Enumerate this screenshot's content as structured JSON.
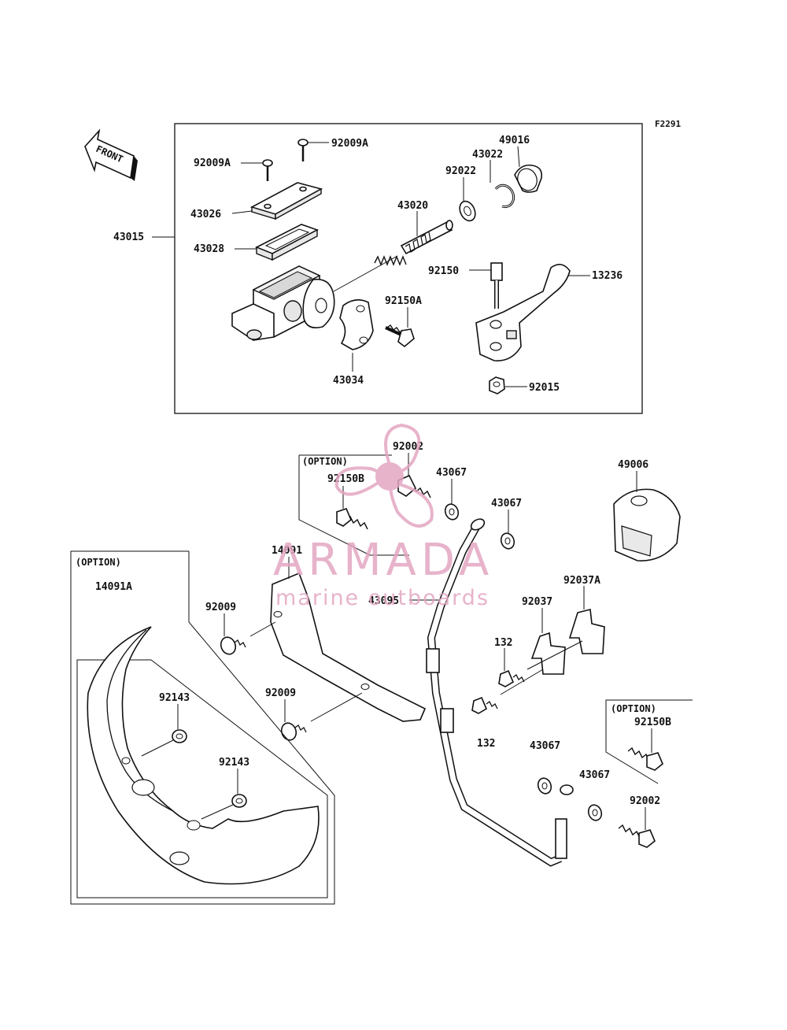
{
  "figure_code": "F2291",
  "front_arrow": {
    "text": "FRONT"
  },
  "option_text": "(OPTION)",
  "labels": {
    "l92009A_1": "92009A",
    "l92009A_2": "92009A",
    "l49016": "49016",
    "l43022": "43022",
    "l92022": "92022",
    "l43026": "43026",
    "l43020": "43020",
    "l43015": "43015",
    "l43028": "43028",
    "l92150": "92150",
    "l13236": "13236",
    "l92150A": "92150A",
    "l43034": "43034",
    "l92015": "92015",
    "l92002a": "92002",
    "l92150Ba": "92150B",
    "l43067a": "43067",
    "l43067b": "43067",
    "l49006": "49006",
    "l14091": "14091",
    "l14091A": "14091A",
    "l92009a": "92009",
    "l92009b": "92009",
    "l43095": "43095",
    "l92037A": "92037A",
    "l92037": "92037",
    "l132a": "132",
    "l132b": "132",
    "l92143a": "92143",
    "l92143b": "92143",
    "l92150Bb": "92150B",
    "l43067c": "43067",
    "l43067d": "43067",
    "l92002b": "92002"
  },
  "watermark": {
    "brand": "ARMADA",
    "tagline": "marine outboards",
    "color": "#e3a6c2"
  }
}
